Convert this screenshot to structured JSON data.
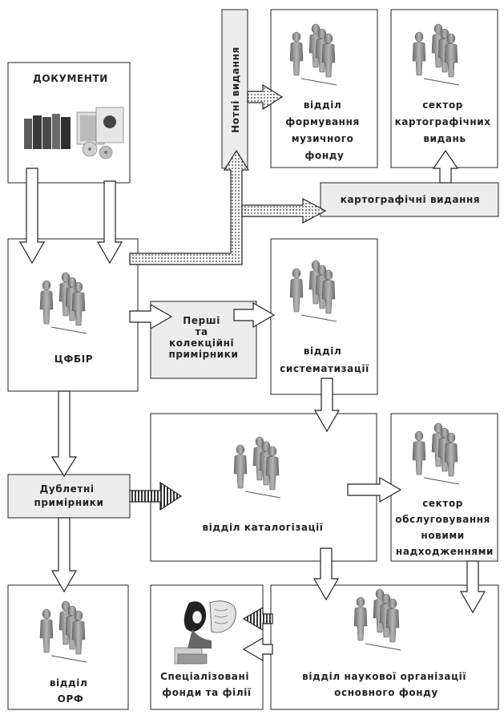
{
  "boxes": {
    "documents": {
      "label": "ДОКУМЕНТИ"
    },
    "notni": {
      "label": "Нотні видання"
    },
    "music_dept": {
      "lines": [
        "відділ",
        "формування",
        "музичного",
        "фонду"
      ]
    },
    "cartographic_sector": {
      "lines": [
        "сектор",
        "картографічних",
        "видань"
      ]
    },
    "cartographic_editions": {
      "label": "картографічні видання"
    },
    "tsfbir": {
      "label": "ЦФБІР"
    },
    "first_copies": {
      "lines": [
        "Перші",
        "та",
        "колекційні",
        "примірники"
      ]
    },
    "systematization": {
      "lines": [
        "відділ",
        "систематизації"
      ]
    },
    "cataloging": {
      "label": "відділ каталогізації"
    },
    "new_arrivals_sector": {
      "lines": [
        "сектор",
        "обслуговування",
        "новими",
        "надходженнями"
      ]
    },
    "duplicate_copies": {
      "lines": [
        "Дублетні",
        "примірники"
      ]
    },
    "orf": {
      "lines": [
        "відділ",
        "ОРФ"
      ]
    },
    "special_funds": {
      "lines": [
        "Спеціалізовані",
        "фонди та філії"
      ]
    },
    "scientific_org": {
      "lines": [
        "відділ наукової організації",
        "основного фонду"
      ]
    }
  },
  "colors": {
    "border": "#222222",
    "gray_fill": "#ececec",
    "figure": "#8a8a8a",
    "text": "#222222"
  }
}
